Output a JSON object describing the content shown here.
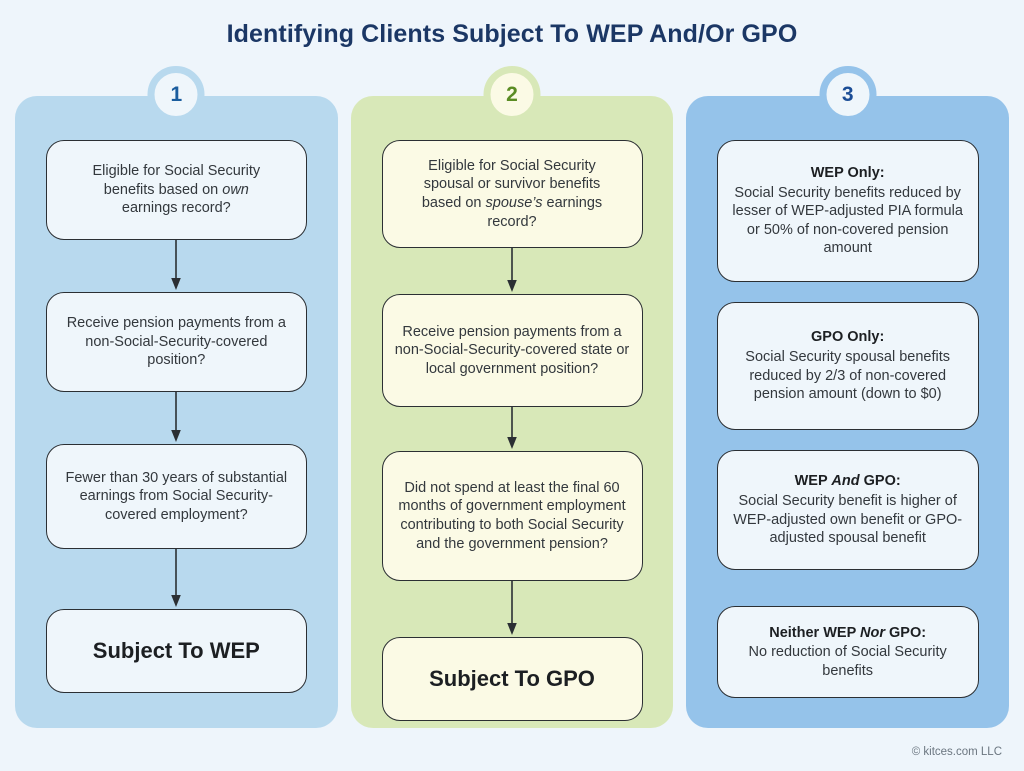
{
  "title": "Identifying Clients Subject To WEP And/Or GPO",
  "credit": "© kitces.com LLC",
  "colors": {
    "page_background": "#eef5fb",
    "title_text": "#1b3765",
    "column1_panel": "#b8d9ee",
    "column2_panel": "#d8e8b8",
    "column3_panel": "#95c3ea",
    "node_blue_fill": "#eff6fb",
    "node_cream_fill": "#fbfae5",
    "node_border": "#2b2f33",
    "badge1_number": "#1b5d9e",
    "badge2_number": "#5a8c23",
    "badge3_number": "#1b4d96"
  },
  "columns": [
    {
      "badge": "1",
      "nodes": [
        {
          "id": "c1-q1",
          "lines": [
            "Eligible for Social Security",
            "benefits based on ",
            "own",
            " earnings record?"
          ],
          "text": "Eligible for Social Security benefits based on own earnings record?",
          "emphasis": "own"
        },
        {
          "id": "c1-q2",
          "text": "Receive pension payments from a non-Social-Security-covered position?"
        },
        {
          "id": "c1-q3",
          "text": "Fewer than 30 years of substantial earnings from Social Security-covered employment?"
        },
        {
          "id": "c1-result",
          "text": "Subject To WEP"
        }
      ]
    },
    {
      "badge": "2",
      "nodes": [
        {
          "id": "c2-q1",
          "text": "Eligible for Social Security spousal or survivor benefits based on spouse's earnings record?",
          "emphasis": "spouse's"
        },
        {
          "id": "c2-q2",
          "text": "Receive pension payments from a non-Social-Security-covered state or local government position?"
        },
        {
          "id": "c2-q3",
          "text": "Did not spend at least the final 60 months of government employment contributing to both Social Security and the government pension?"
        },
        {
          "id": "c2-result",
          "text": "Subject To GPO"
        }
      ]
    },
    {
      "badge": "3",
      "nodes": [
        {
          "id": "c3-o1",
          "heading": "WEP Only:",
          "body": "Social Security benefits reduced by lesser of WEP-adjusted PIA formula or 50% of non-covered pension amount"
        },
        {
          "id": "c3-o2",
          "heading": "GPO Only:",
          "body": "Social Security spousal benefits reduced by 2/3 of non-covered pension amount (down to $0)"
        },
        {
          "id": "c3-o3",
          "heading_pre": "WEP ",
          "heading_em": "And",
          "heading_post": " GPO:",
          "body": "Social Security benefit is higher of WEP-adjusted own benefit or GPO-adjusted spousal benefit"
        },
        {
          "id": "c3-o4",
          "heading_pre": "Neither WEP ",
          "heading_em": "Nor",
          "heading_post": " GPO:",
          "body": "No reduction of Social Security benefits"
        }
      ]
    }
  ],
  "connectors": {
    "icon": "down-arrow-icon",
    "count": 6
  }
}
